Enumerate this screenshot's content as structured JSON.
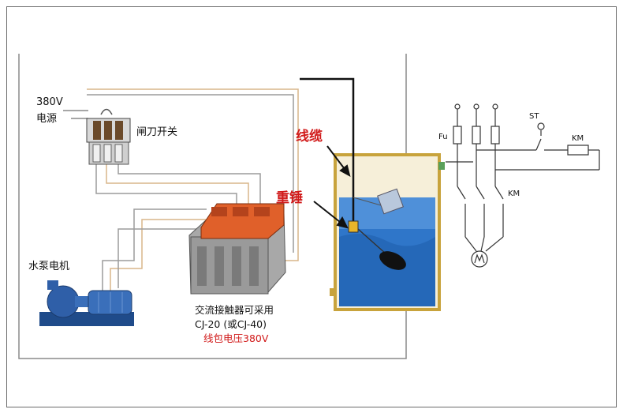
{
  "labels": {
    "power_voltage": "380V",
    "power_source": "电源",
    "knife_switch": "闸刀开关",
    "pump_motor": "水泵电机",
    "contactor_line1": "交流接触器可采用",
    "contactor_line2": "CJ-20 (或CJ-40)",
    "coil_voltage": "线包电压380V",
    "cable": "线缆",
    "weight": "重锤",
    "fuse": "Fu",
    "start_button": "ST",
    "contactor_coil": "KM",
    "contactor_contacts": "KM"
  },
  "colors": {
    "contactor_body": "#e0602a",
    "contactor_base": "#9a9a9a",
    "tank_frame": "#c8a33c",
    "water": "#2f76c9",
    "pump": "#2f5fa8",
    "wire_gray": "#9c9c9c",
    "wire_orange": "#d9b58a",
    "cable_black": "#111111",
    "callout_red": "#d11a1a"
  }
}
